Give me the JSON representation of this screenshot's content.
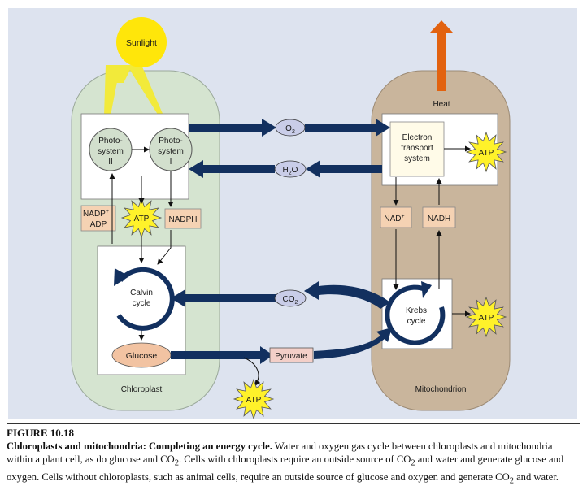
{
  "colors": {
    "background": "#dde3ef",
    "chloroplast": "#d5e4d0",
    "mitochondrion": "#c9b59c",
    "arrow_navy": "#12305f",
    "sun": "#ffe60a",
    "sun_ray": "#f2ea3a",
    "heat_arrow": "#e2620f",
    "atp_burst": "#fff22a",
    "label_box": "#f5d2b3",
    "molecule_oval": "#c9cde8",
    "glucose_oval": "#f2c3a2",
    "photosystem": "#d2dfcd"
  },
  "sunlight": {
    "label": "Sunlight"
  },
  "heat": {
    "label": "Heat"
  },
  "chloroplast": {
    "label": "Chloroplast",
    "photosystem_ii": {
      "line1": "Photo-",
      "line2": "system",
      "line3": "II"
    },
    "photosystem_i": {
      "line1": "Photo-",
      "line2": "system",
      "line3": "I"
    },
    "nadp_adp": {
      "line1": "NADP",
      "sup": "+",
      "line2": "ADP"
    },
    "atp": "ATP",
    "nadph": "NADPH",
    "calvin": {
      "line1": "Calvin",
      "line2": "cycle"
    },
    "glucose": "Glucose"
  },
  "mitochondrion": {
    "label": "Mitochondrion",
    "etc": {
      "line1": "Electron",
      "line2": "transport",
      "line3": "system"
    },
    "atp_etc": "ATP",
    "nad": {
      "text": "NAD",
      "sup": "+"
    },
    "nadh": "NADH",
    "krebs": {
      "line1": "Krebs",
      "line2": "cycle"
    },
    "atp_krebs": "ATP"
  },
  "molecules": {
    "o2": {
      "base": "O",
      "sub": "2"
    },
    "h2o": {
      "pre": "H",
      "sub": "2",
      "post": "O"
    },
    "co2": {
      "base": "CO",
      "sub": "2"
    },
    "pyruvate": "Pyruvate",
    "atp_pyruvate": "ATP"
  },
  "caption": {
    "figure": "FIGURE 10.18",
    "heading": "Chloroplasts and mitochondria: Completing an energy cycle.",
    "body_1": " Water and oxygen gas cycle between chloroplasts and mitochondria within a plant cell, as do glucose and CO",
    "sub_1": "2",
    "body_2": ". Cells with chloroplasts require an outside source of CO",
    "sub_2": "2",
    "body_3": " and water and generate glucose and oxygen. Cells without chloroplasts, such as animal cells, require an outside source of glucose and oxygen and generate CO",
    "sub_3": "2",
    "body_4": " and water."
  }
}
